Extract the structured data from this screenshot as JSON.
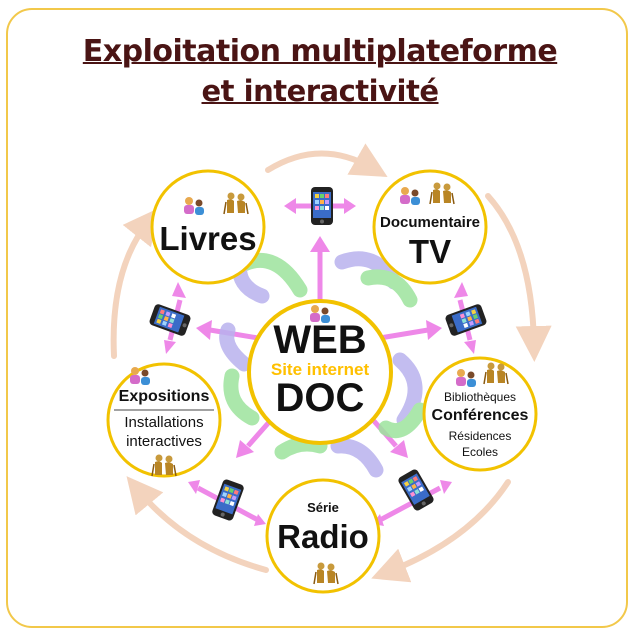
{
  "title": {
    "line1": "Exploitation  multiplateforme",
    "line2": "et interactivité"
  },
  "center": {
    "top": "WEB",
    "middle": "Site internet",
    "bottom": "DOC"
  },
  "nodes": {
    "livres": {
      "label": "Livres"
    },
    "documentaire": {
      "sub": "Documentaire",
      "label": "TV"
    },
    "conferences": {
      "top": "Bibliothèques",
      "label": "Conférences",
      "line3": "Résidences",
      "line4": "Ecoles"
    },
    "radio": {
      "sub": "Série",
      "label": "Radio"
    },
    "expositions": {
      "label": "Expositions",
      "line2": "Installations",
      "line3": "interactives"
    }
  },
  "colors": {
    "ring": "#f2c200",
    "title": "#4a1414",
    "pink_arrow": "#ee88e8",
    "green_arrow": "#9de39d",
    "purple_arrow": "#b9b2ee",
    "orbit": "#f3d3bd",
    "site_internet": "#ffc000"
  },
  "icons": [
    "people-icon",
    "elderly-couple-icon",
    "smartphone-icon"
  ]
}
